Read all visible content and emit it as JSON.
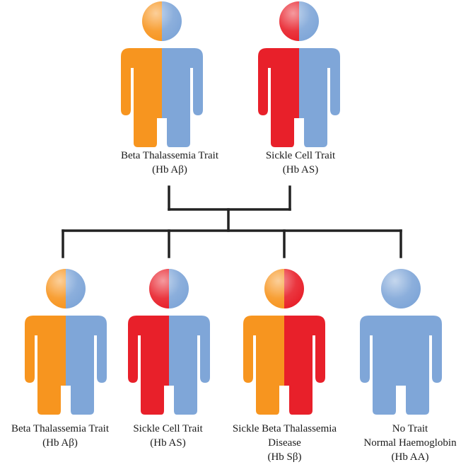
{
  "colors": {
    "beta_thal": "#f7951f",
    "sickle": "#e8202a",
    "normal": "#7fa6d8",
    "connector": "#222222"
  },
  "parents": [
    {
      "label_line1": "Beta Thalassemia Trait",
      "label_line2": "(Hb Aβ)",
      "left_gene": "beta_thal",
      "right_gene": "normal"
    },
    {
      "label_line1": "Sickle Cell Trait",
      "label_line2": "(Hb AS)",
      "left_gene": "sickle",
      "right_gene": "normal"
    }
  ],
  "children": [
    {
      "label_line1": "Beta Thalassemia Trait",
      "label_line2": "(Hb Aβ)",
      "label_line3": "",
      "left_gene": "beta_thal",
      "right_gene": "normal"
    },
    {
      "label_line1": "Sickle Cell Trait",
      "label_line2": "(Hb AS)",
      "label_line3": "",
      "left_gene": "sickle",
      "right_gene": "normal"
    },
    {
      "label_line1": "Sickle Beta Thalassemia",
      "label_line2": "Disease",
      "label_line3": "(Hb Sβ)",
      "left_gene": "beta_thal",
      "right_gene": "sickle"
    },
    {
      "label_line1": "No Trait",
      "label_line2": "Normal Haemoglobin",
      "label_line3": "(Hb AA)",
      "left_gene": "normal",
      "right_gene": "normal"
    }
  ]
}
